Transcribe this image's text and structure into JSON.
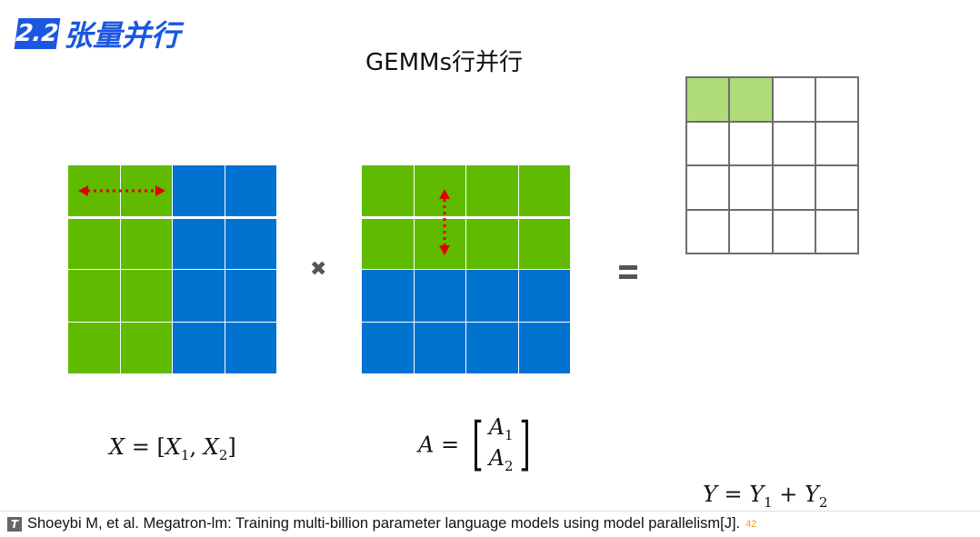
{
  "header": {
    "section_number": "2.2",
    "section_title": "张量并行",
    "accent_color": "#1a56e0"
  },
  "slide": {
    "title": "GEMMs行并行"
  },
  "diagram": {
    "colors": {
      "green": "#5fba00",
      "blue": "#0072d0",
      "light_green": "#b0dc78",
      "grid_gray": "#6e6e6e",
      "arrow_red": "#e00000"
    },
    "matrix_x": {
      "cells": [
        [
          "g",
          "g",
          "b",
          "b"
        ],
        [
          "g",
          "g",
          "b",
          "b"
        ],
        [
          "g",
          "g",
          "b",
          "b"
        ],
        [
          "g",
          "g",
          "b",
          "b"
        ]
      ]
    },
    "matrix_a": {
      "cells": [
        [
          "g",
          "g",
          "g",
          "g"
        ],
        [
          "g",
          "g",
          "g",
          "g"
        ],
        [
          "b",
          "b",
          "b",
          "b"
        ],
        [
          "b",
          "b",
          "b",
          "b"
        ]
      ]
    },
    "matrix_y": {
      "cells": [
        [
          "lg",
          "lg",
          "w",
          "w"
        ],
        [
          "w",
          "w",
          "w",
          "w"
        ],
        [
          "w",
          "w",
          "w",
          "w"
        ],
        [
          "w",
          "w",
          "w",
          "w"
        ]
      ]
    },
    "operators": {
      "multiply": "✖",
      "equals": "="
    },
    "formula_x": {
      "lhs": "X",
      "eq": " = [",
      "t1": "X",
      "s1": "1",
      "sep": ", ",
      "t2": "X",
      "s2": "2",
      "close": "]"
    },
    "formula_a": {
      "lhs": "A",
      "eq": " = ",
      "open": "[",
      "t1": "A",
      "s1": "1",
      "t2": "A",
      "s2": "2",
      "close": "]"
    },
    "formula_y": {
      "lhs": "Y",
      "eq": " = ",
      "t1": "Y",
      "s1": "1",
      "plus": " + ",
      "t2": "Y",
      "s2": "2"
    }
  },
  "footer": {
    "icon": "T",
    "citation": "Shoeybi M, et al. Megatron-lm: Training multi-billion parameter language models using model parallelism[J].",
    "page_number": "42",
    "page_number_color": "#e8a030"
  }
}
